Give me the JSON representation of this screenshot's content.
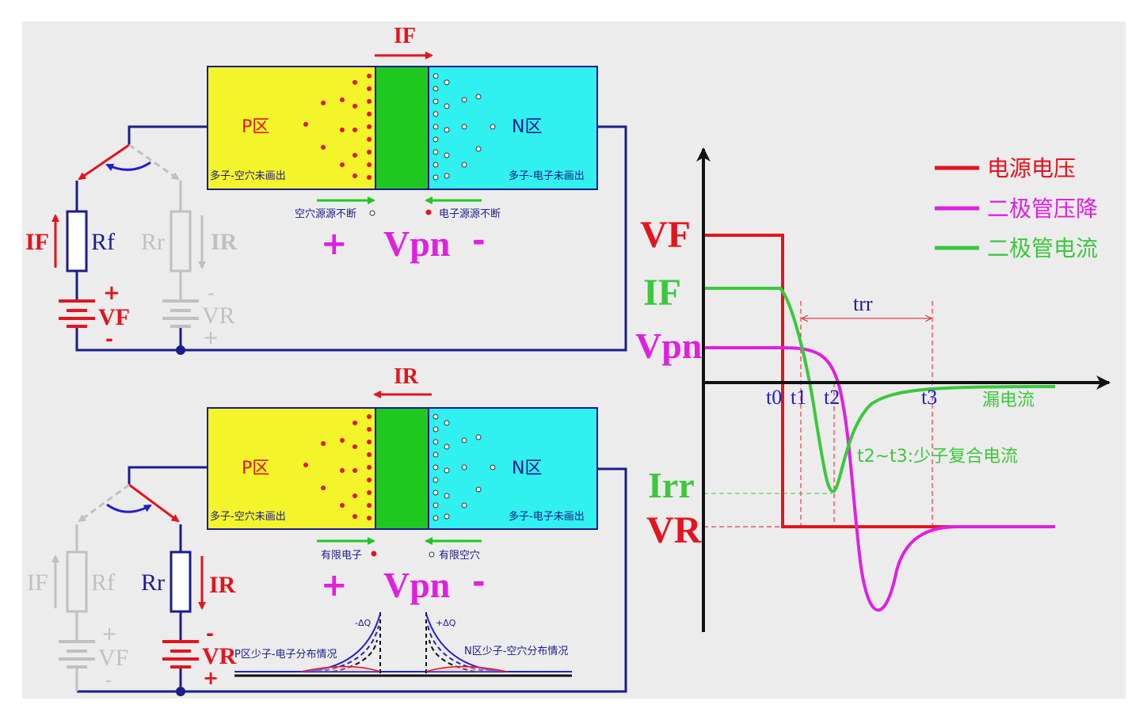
{
  "top_circuit": {
    "current_label": "IF",
    "p_region": "P区",
    "n_region": "N区",
    "p_note": "多子-空穴未画出",
    "n_note": "多子-电子未画出",
    "hole_source": "空穴源源不断",
    "electron_source": "电子源源不断",
    "plus": "+",
    "minus": "-",
    "vpn": "Vpn",
    "left_branch": {
      "current": "IF",
      "resistor": "Rf",
      "plus": "+",
      "minus": "-",
      "source": "VF"
    },
    "right_branch": {
      "current": "IR",
      "resistor": "Rr",
      "plus": "+",
      "minus": "-",
      "source": "VR"
    }
  },
  "bottom_circuit": {
    "current_label": "IR",
    "p_region": "P区",
    "n_region": "N区",
    "p_note": "多子-空穴未画出",
    "n_note": "多子-电子未画出",
    "limited_electrons": "有限电子",
    "limited_holes": "有限空穴",
    "plus": "+",
    "minus": "-",
    "vpn": "Vpn",
    "delta_q_neg": "-ΔQ",
    "delta_q_pos": "+ΔQ",
    "p_distribution": "P区少子-电子分布情况",
    "n_distribution": "N区少子-空穴分布情况",
    "left_branch": {
      "current": "IF",
      "resistor": "Rf",
      "plus": "+",
      "minus": "-",
      "source": "VF"
    },
    "right_branch": {
      "current": "IR",
      "resistor": "Rr",
      "plus": "+",
      "minus": "-",
      "source": "VR"
    }
  },
  "waveform": {
    "y_labels": {
      "vf": "VF",
      "if": "IF",
      "vpn": "Vpn",
      "irr": "Irr",
      "vr": "VR"
    },
    "time_labels": {
      "t0": "t0",
      "t1": "t1",
      "t2": "t2",
      "t3": "t3"
    },
    "trr": "trr",
    "leakage": "漏电流",
    "recombination": "t2~t3:少子复合电流",
    "legend": [
      {
        "label": "电源电压",
        "color": "#e3141e"
      },
      {
        "label": "二极管压降",
        "color": "#e020e0"
      },
      {
        "label": "二极管电流",
        "color": "#3cc83c"
      }
    ]
  },
  "colors": {
    "wire": "#1c1c8c",
    "p_region": "#f4f42a",
    "n_region": "#30f0f0",
    "junction": "#1ec81e",
    "red": "#e3141e",
    "magenta": "#e020e0",
    "green": "#3cc83c",
    "faded": "#c0c0c0",
    "blue": "#2020d0"
  }
}
